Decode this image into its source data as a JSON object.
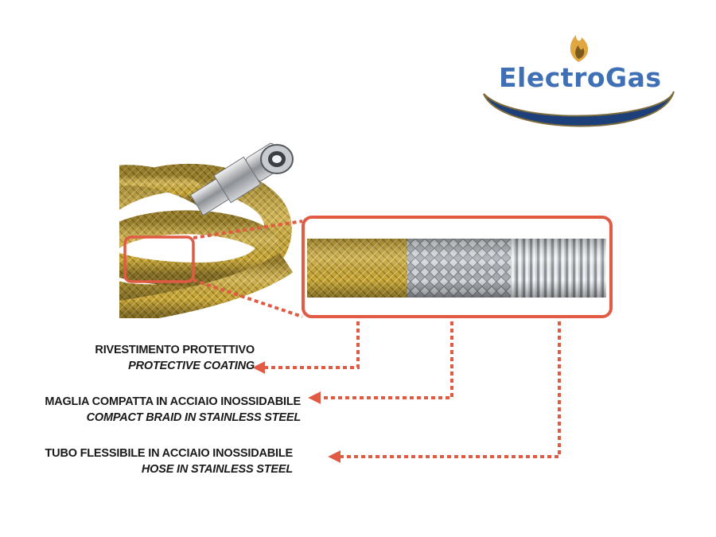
{
  "brand": {
    "name": "ElectroGas",
    "colors": {
      "text": "#3f6fb4",
      "swoosh": "#1d3f7a",
      "swoosh_rim": "#7b6a3a",
      "flame_outer": "#e0a640",
      "flame_inner": "#7a5a1e"
    }
  },
  "diagram": {
    "accent_color": "#e05a44",
    "layers": [
      {
        "it": "RIVESTIMENTO PROTETTIVO",
        "en": "PROTECTIVE COATING",
        "color": "#c9a83a"
      },
      {
        "it": "MAGLIA COMPATTA IN ACCIAIO INOSSIDABILE",
        "en": "COMPACT BRAID IN STAINLESS STEEL",
        "color": "#b9bcc0"
      },
      {
        "it": "TUBO FLESSIBILE IN ACCIAIO INOSSIDABILE",
        "en": "HOSE IN STAINLESS STEEL",
        "color": "#d6d9dc"
      }
    ]
  }
}
